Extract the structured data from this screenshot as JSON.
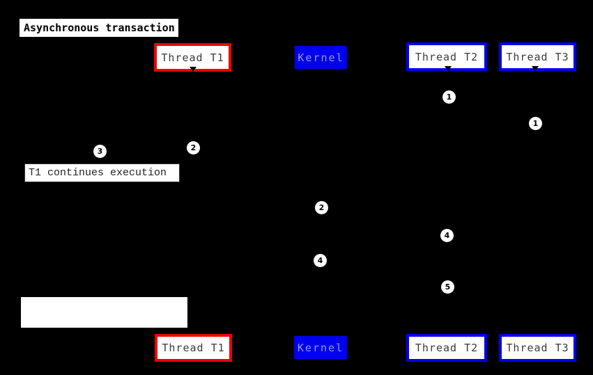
{
  "title": {
    "label": "Asynchronous transaction"
  },
  "actors": {
    "top": [
      {
        "id": "thread-t1",
        "label": "Thread T1"
      },
      {
        "id": "kernel",
        "label": "Kernel"
      },
      {
        "id": "thread-t2",
        "label": "Thread T2"
      },
      {
        "id": "thread-t3",
        "label": "Thread T3"
      }
    ],
    "bottom": [
      {
        "id": "thread-t1",
        "label": "Thread T1"
      },
      {
        "id": "kernel",
        "label": "Kernel"
      },
      {
        "id": "thread-t2",
        "label": "Thread T2"
      },
      {
        "id": "thread-t3",
        "label": "Thread T3"
      }
    ]
  },
  "notes": {
    "t1_continues": "T1 continues execution"
  },
  "markers": [
    {
      "n": "1"
    },
    {
      "n": "1"
    },
    {
      "n": "2"
    },
    {
      "n": "3"
    },
    {
      "n": "2"
    },
    {
      "n": "4"
    },
    {
      "n": "4"
    },
    {
      "n": "5"
    }
  ],
  "colors": {
    "background": "#000000",
    "thread_t1_border": "#ee0000",
    "thread_border": "#0000ee",
    "kernel_fill": "#0000ee",
    "kernel_text": "#9898ff",
    "actor_text": "#3a3a3a",
    "note_text": "#222222",
    "marker_fill": "#ffffff",
    "marker_text": "#000000"
  }
}
